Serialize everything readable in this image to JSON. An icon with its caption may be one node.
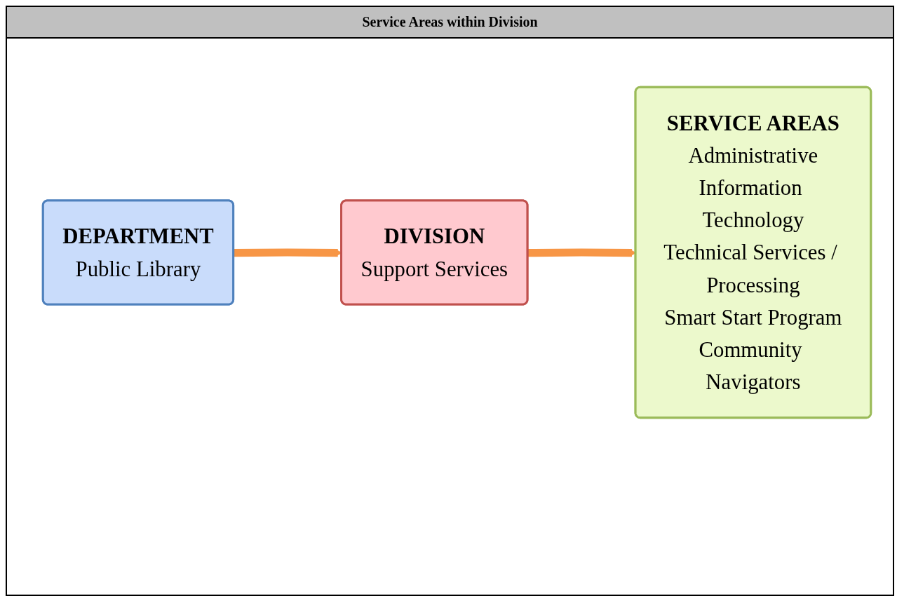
{
  "diagram": {
    "title": "Service Areas within Division",
    "nodes": [
      {
        "text": [
          "DEPARTMENT",
          "Public Library"
        ]
      },
      {
        "text": [
          "DIVISION",
          "Support Services"
        ]
      },
      {
        "text": [
          "SERVICE AREAS",
          "Administrative",
          "Information Technology",
          "Technical Services / Processing",
          "Smart Start Program",
          "Community Navigators"
        ]
      }
    ],
    "edges": [
      {
        "from": 0,
        "to": 1,
        "arrow": "to",
        "color": "#f79646"
      },
      {
        "from": 1,
        "to": 2,
        "arrow": "to",
        "color": "#f79646"
      }
    ]
  }
}
